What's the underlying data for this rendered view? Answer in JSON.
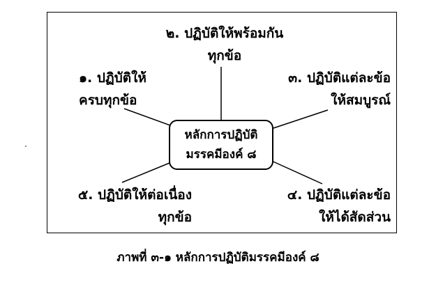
{
  "center": {
    "line1": "หลักการปฏิบัติ",
    "line2": "มรรคมีองค์ ๘"
  },
  "items": [
    {
      "line1": "๑. ปฏิบัติให้",
      "line2": "ครบทุกข้อ"
    },
    {
      "line1": "๒. ปฏิบัติให้พร้อมกัน",
      "line2": "ทุกข้อ"
    },
    {
      "line1": "๓. ปฏิบัติแต่ละข้อ",
      "line2": "ให้สมบูรณ์"
    },
    {
      "line1": "๔. ปฏิบัติแต่ละข้อ",
      "line2": "ให้ได้สัดส่วน"
    },
    {
      "line1": "๕. ปฏิบัติให้ต่อเนื่อง",
      "line2": "ทุกข้อ"
    }
  ],
  "caption": {
    "figure_label": "ภาพที่ ๓-๑",
    "text": "หลักการปฏิบัติมรรคมีองค์ ๘"
  }
}
